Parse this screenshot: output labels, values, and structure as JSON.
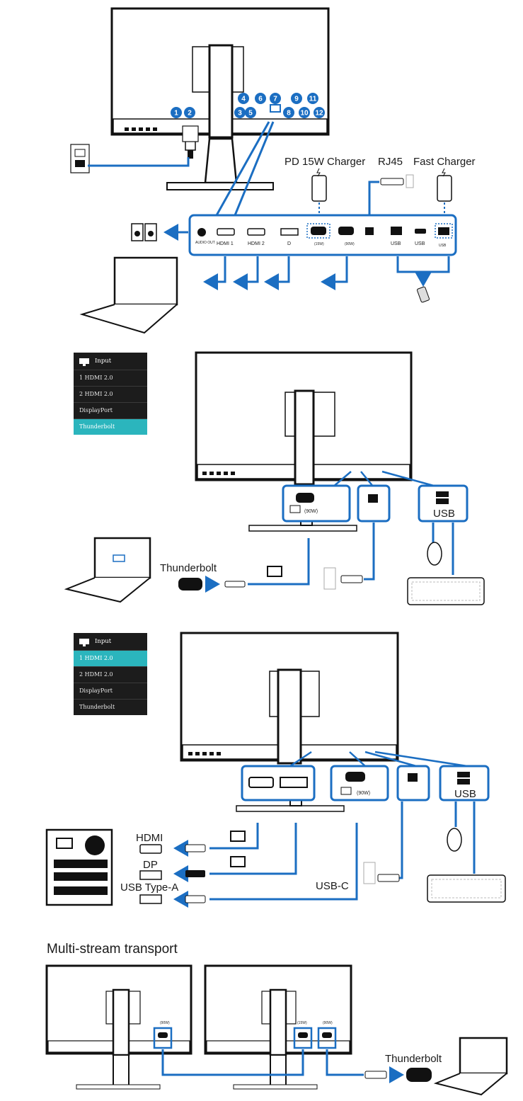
{
  "section1": {
    "badges": [
      "1",
      "2",
      "3",
      "4",
      "5",
      "6",
      "7",
      "8",
      "9",
      "10",
      "11",
      "12"
    ],
    "top_labels": {
      "pd_charger": "PD 15W Charger",
      "rj45": "RJ45",
      "fast_charger": "Fast Charger"
    },
    "ports": {
      "audio_out": "AUDIO OUT",
      "hdmi1": "HDMI 1",
      "hdmi2": "HDMI 2",
      "dp_glyph": "D",
      "usbc_15w": "(15W)",
      "usbc_90w": "(90W)",
      "usb1": "USB",
      "usb2": "USB",
      "usb3": "USB"
    }
  },
  "section2": {
    "menu": {
      "title": "Input",
      "items": [
        "1 HDMI 2.0",
        "2 HDMI 2.0",
        "DisplayPort",
        "Thunderbolt"
      ],
      "selected_index": 3
    },
    "box_labels": {
      "usbc_power": "(90W)",
      "usb": "USB"
    },
    "thunderbolt_label": "Thunderbolt"
  },
  "section3": {
    "menu": {
      "title": "Input",
      "items": [
        "1 HDMI 2.0",
        "2 HDMI 2.0",
        "DisplayPort",
        "Thunderbolt"
      ],
      "selected_index": 0
    },
    "box_labels": {
      "usbc_power": "(90W)",
      "usb": "USB"
    },
    "labels": {
      "hdmi": "HDMI",
      "dp": "DP",
      "usb_type_a": "USB Type-A",
      "usb_c": "USB-C"
    }
  },
  "section4": {
    "title": "Multi-stream transport",
    "mon1_power": "(90W)",
    "mon2_power_a": "(15W)",
    "mon2_power_b": "(90W)",
    "thunderbolt_label": "Thunderbolt"
  },
  "colors": {
    "accent_blue": "#1b6ec2",
    "menu_selected": "#2bb5bd",
    "menu_bg": "#1c1c1c"
  }
}
